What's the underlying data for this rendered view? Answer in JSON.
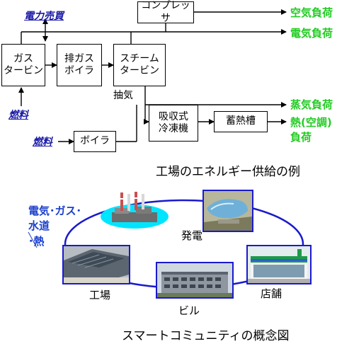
{
  "factory": {
    "labels": {
      "denryoku_baibai": "電力売買",
      "nenryo_1": "燃料",
      "nenryo_2": "燃料",
      "chuki": "抽気"
    },
    "boxes": {
      "compressor": "コンプレッサ",
      "gas_turbine": "ガス\nタービン",
      "exhaust_boiler": "排ガス\nボイラ",
      "steam_turbine": "スチーム\nタービン",
      "absorption_chiller": "吸収式\n冷凍機",
      "heat_storage": "蓄熱槽",
      "boiler": "ボイラ"
    },
    "loads": {
      "air": "空気負荷",
      "electric": "電気負荷",
      "steam": "蒸気負荷",
      "heat_line1": "熱(空調)",
      "heat_line2": "負荷"
    },
    "caption": "工場のエネルギー供給の例"
  },
  "community": {
    "utilities_line1": "電気･ガス･",
    "utilities_line2": "水道",
    "utilities_line3": "･熱",
    "nodes": {
      "power": "発電",
      "store": "店舗",
      "building": "ビル",
      "factory": "工場"
    },
    "caption": "スマートコミュニティの概念図"
  },
  "colors": {
    "load_green": "#22cc22",
    "link_blue": "#1a1aa6",
    "label_blue": "#1a3fcc",
    "frame_blue": "#1a1acc",
    "power_plant_bg": "#00e5ff"
  }
}
